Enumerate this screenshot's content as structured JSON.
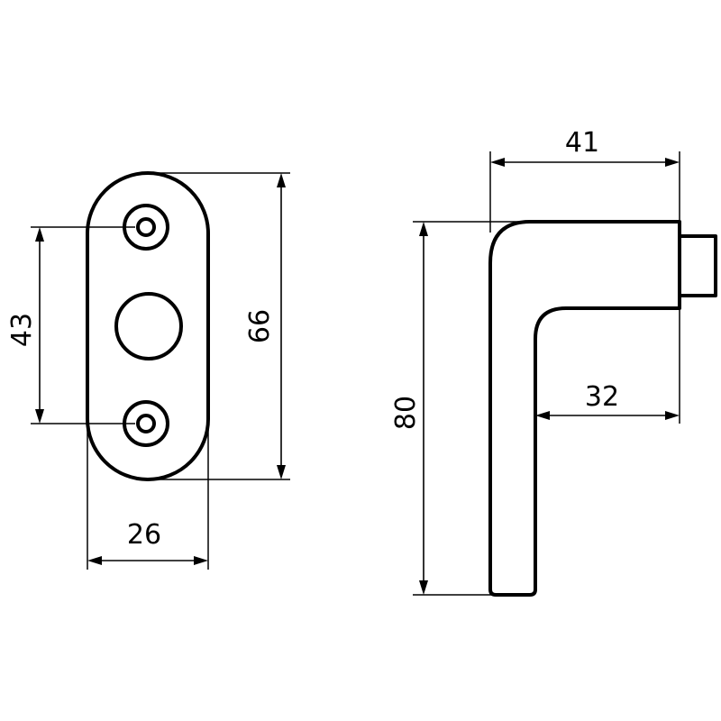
{
  "drawing": {
    "rosette_view": {
      "dimensions": {
        "height": "66",
        "hole_spacing": "43",
        "width": "26"
      }
    },
    "handle_view": {
      "dimensions": {
        "depth": "41",
        "height": "80",
        "inner_depth": "32"
      }
    }
  }
}
